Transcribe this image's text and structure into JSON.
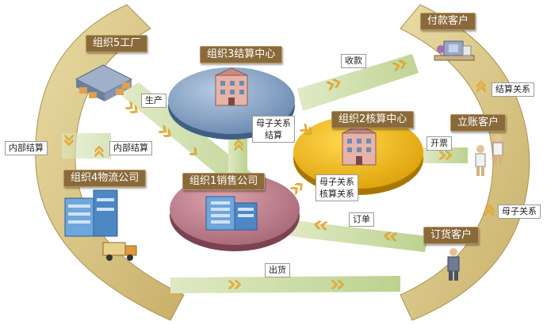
{
  "nodes": {
    "org5": "组织5工厂",
    "org3": "组织3结算中心",
    "org2": "组织2核算中心",
    "org4": "组织4物流公司",
    "org1": "组织1销售公司",
    "pay_customer": "付款客户",
    "account_customer": "立账客户",
    "order_customer": "订货客户"
  },
  "relations": {
    "collect": "收款",
    "produce": "生产",
    "parent_child": "母子关系",
    "settle": "结算",
    "accounting": "核算关系",
    "invoice": "开票",
    "internal_settle": "内部结算",
    "order": "订单",
    "ship": "出货",
    "settle_relation": "结算关系"
  },
  "colors": {
    "ring": "#d9c98a",
    "flow_band": "#c8dca0",
    "org3_disc": "#7a96b8",
    "org2_disc": "#f0b800",
    "org1_disc": "#b87888",
    "tag": "#8a6a3b",
    "arrow": "#f3b23a"
  }
}
